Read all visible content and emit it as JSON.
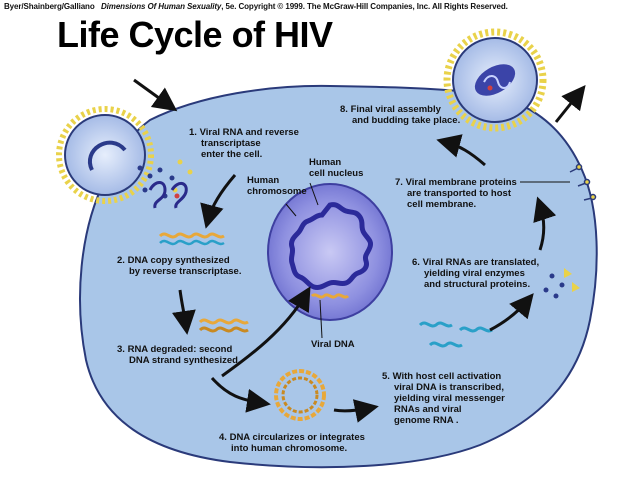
{
  "credit": {
    "authors": "Byer/Shainberg/Galliano",
    "book": "Dimensions Of Human Sexuality",
    "rest": ", 5e. Copyright © 1999. The McGraw-Hill Companies, Inc. All Rights Reserved."
  },
  "title": "Life Cycle of HIV",
  "labels": {
    "human_cell_nucleus": [
      "Human",
      "cell nucleus"
    ],
    "human_chromosome": [
      "Human",
      "chromosome"
    ],
    "viral_dna": "Viral DNA"
  },
  "steps": [
    {
      "n": "1.",
      "lines": [
        "Viral RNA and reverse",
        "transcriptase",
        "enter the cell."
      ]
    },
    {
      "n": "2.",
      "lines": [
        "DNA copy synthesized",
        "by reverse transcriptase."
      ]
    },
    {
      "n": "3.",
      "lines": [
        "RNA degraded: second",
        "DNA strand synthesized."
      ]
    },
    {
      "n": "4.",
      "lines": [
        "DNA circularizes or integrates",
        "into human chromosome."
      ]
    },
    {
      "n": "5.",
      "lines": [
        "With host cell activation",
        "viral DNA is transcribed,",
        "yielding viral messenger",
        "RNAs and viral",
        "genome RNA ."
      ]
    },
    {
      "n": "6.",
      "lines": [
        "Viral RNAs are translated,",
        "yielding viral enzymes",
        "and structural proteins."
      ]
    },
    {
      "n": "7.",
      "lines": [
        "Viral membrane proteins",
        "are transported to host",
        "cell membrane."
      ]
    },
    {
      "n": "8.",
      "lines": [
        "Final viral assembly",
        "and budding take place."
      ]
    }
  ],
  "colors": {
    "cell": "#a9c6e8",
    "cell_border": "#2a3a7a",
    "nucleus": "#7b7fd6",
    "chromosome": "#2b2a9a",
    "dna_orange": "#e8a83a",
    "bead_yellow": "#e9d24a",
    "virus_core": "#2a3a8a"
  }
}
